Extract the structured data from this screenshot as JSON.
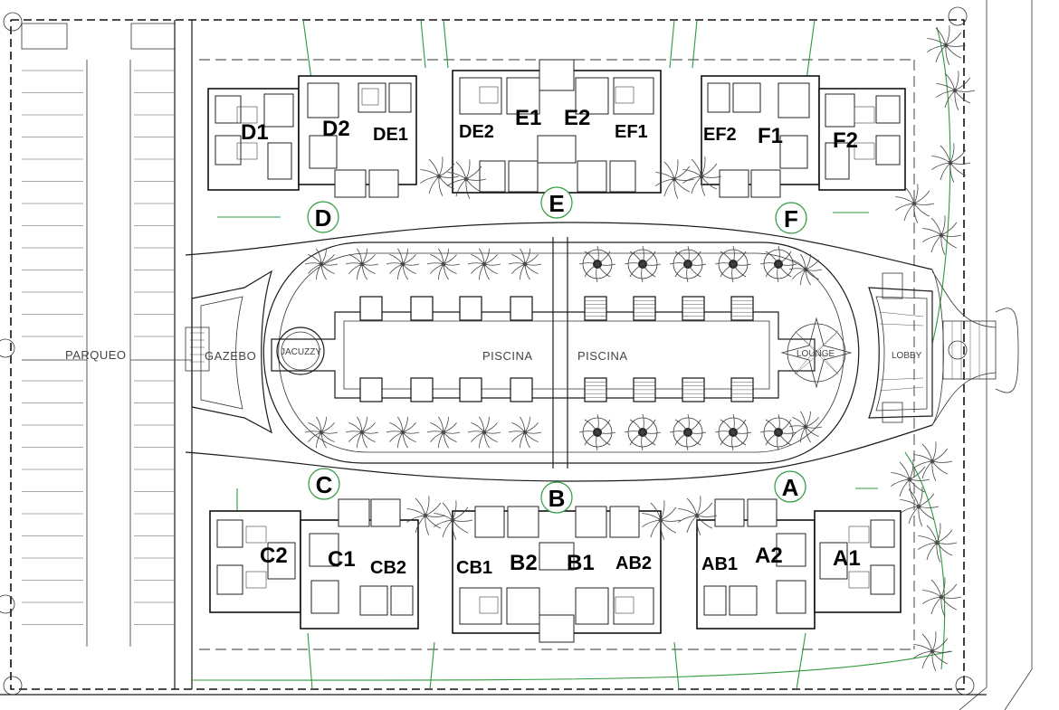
{
  "areas": {
    "parking": "PARQUEO",
    "gazebo": "GAZEBO",
    "jacuzzi": "JACUZZY",
    "pool_left": "PISCINA",
    "pool_right": "PISCINA",
    "lounge": "LOUNGE",
    "lobby": "LOBBY"
  },
  "buildings": [
    "A",
    "B",
    "C",
    "D",
    "E",
    "F"
  ],
  "units_top": [
    "D1",
    "D2",
    "DE1",
    "DE2",
    "E1",
    "E2",
    "EF1",
    "EF2",
    "F1",
    "F2"
  ],
  "units_bottom": [
    "C2",
    "C1",
    "CB2",
    "CB1",
    "B2",
    "B1",
    "AB2",
    "AB1",
    "A2",
    "A1"
  ],
  "colors": {
    "landscape": "#2e9a3c",
    "lines": "#1a1a1a"
  }
}
